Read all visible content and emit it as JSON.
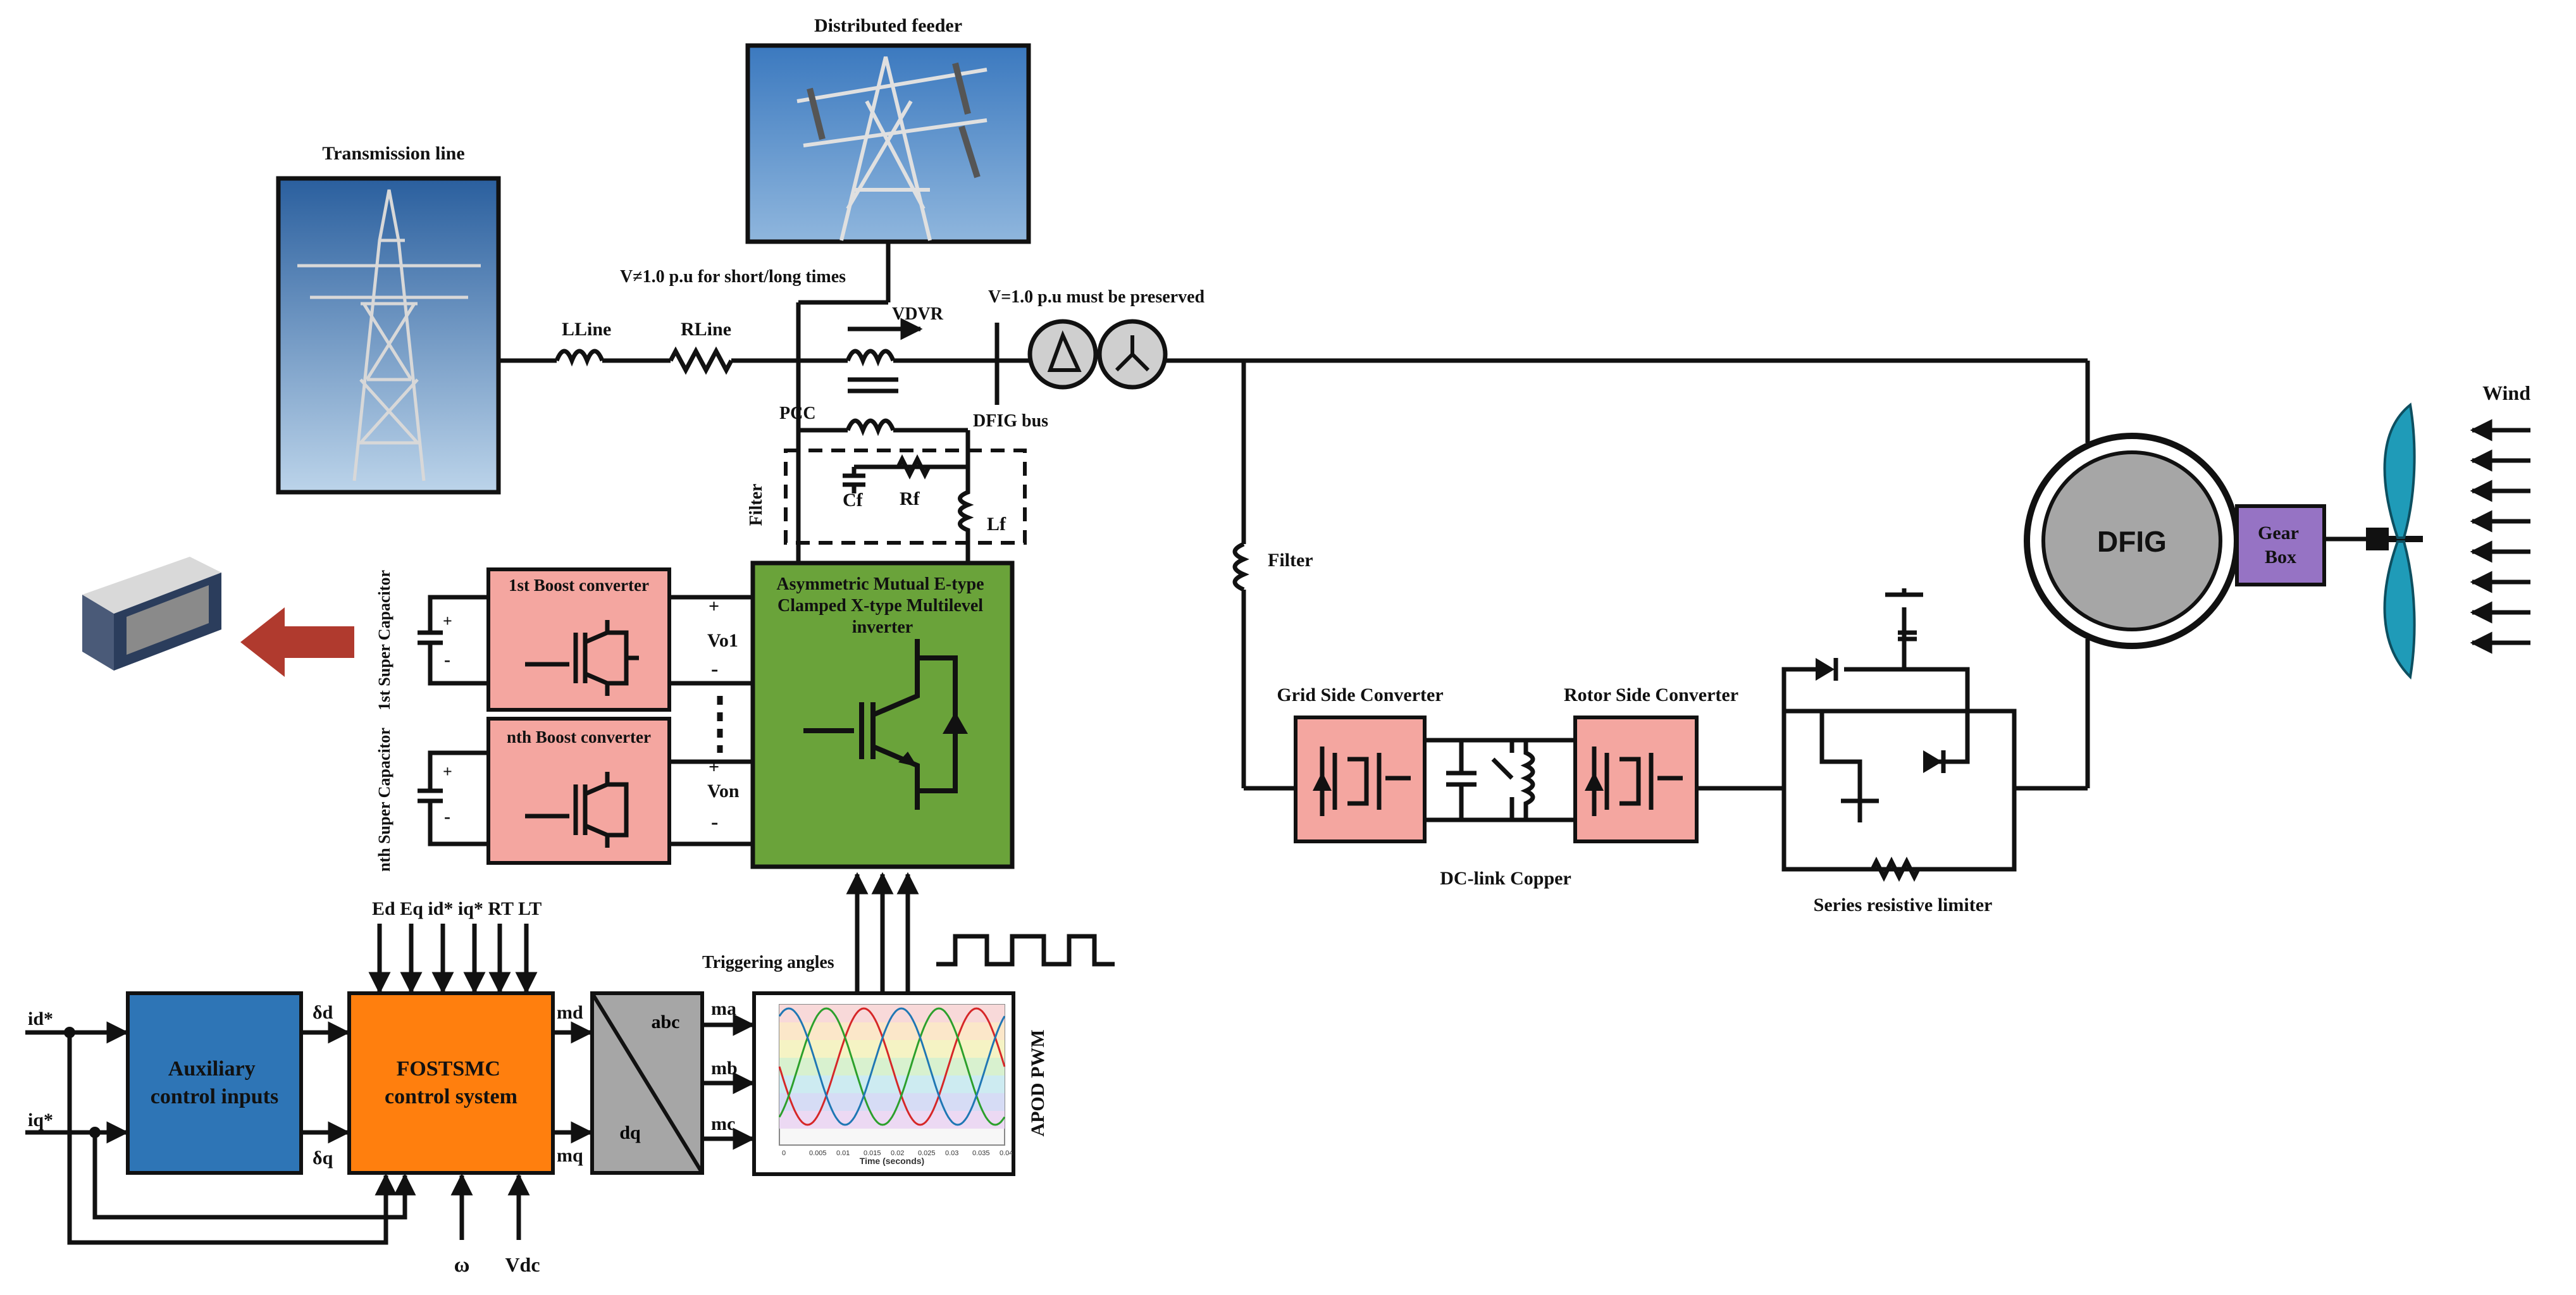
{
  "labels": {
    "distributed_feeder": "Distributed feeder",
    "transmission_line": "Transmission line",
    "v_short_long": "V≠1.0 p.u for short/long times",
    "v_dvr": "VDVR",
    "v_preserved": "V=1.0 p.u must be preserved",
    "l_line": "LLine",
    "r_line": "RLine",
    "pcc": "PCC",
    "dfig_bus": "DFIG bus",
    "filter_vertical": "Filter",
    "cf": "Cf",
    "rf": "Rf",
    "lf": "Lf",
    "filter_rotor": "Filter",
    "wind": "Wind",
    "gear_box": "Gear Box",
    "dfig": "DFIG",
    "grid_side_converter": "Grid Side Converter",
    "rotor_side_converter": "Rotor Side Converter",
    "dc_link": "DC-link Copper",
    "series_limiter": "Series resistive limiter",
    "boost1": "1st Boost converter",
    "boostn": "nth Boost converter",
    "supercap1": "1st Super Capacitor",
    "supercapn": "nth Super Capacitor",
    "vo1": "Vo1",
    "von": "Von",
    "inverter": "Asymmetric Mutual E-type Clamped X-type Multilevel inverter",
    "triggering_angles": "Triggering angles",
    "apod_pwm": "APOD PWM",
    "aux_control": "Auxiliary control inputs",
    "fostsmc": "FOSTSMC control system",
    "abc": "abc",
    "dq": "dq",
    "id_ref": "id*",
    "iq_ref": "iq*",
    "delta_d": "δd",
    "delta_q": "δq",
    "md": "md",
    "mq": "mq",
    "ma": "ma",
    "mb": "mb",
    "mc": "mc",
    "top_inputs": "Ed Eq id* iq* RT LT",
    "omega": "ω",
    "vdc": "Vdc",
    "pwm_xlabel": "Time (seconds)",
    "plus": "+",
    "minus": "-"
  },
  "pwm_ticks": [
    "0",
    "0.005",
    "0.01",
    "0.015",
    "0.02",
    "0.025",
    "0.03",
    "0.035",
    "0.04"
  ],
  "colors": {
    "boost_fill": "#f4a6a0",
    "inverter_fill": "#6aa33a",
    "aux_fill": "#2e75b6",
    "fostsmc_fill": "#ff7f0e",
    "abcdq_fill": "#a6a6a6",
    "dfig_fill": "#a6a6a6",
    "gearbox_fill": "#9673c4",
    "blade_fill": "#1f9bb8",
    "arrow_red": "#b03a2e"
  }
}
